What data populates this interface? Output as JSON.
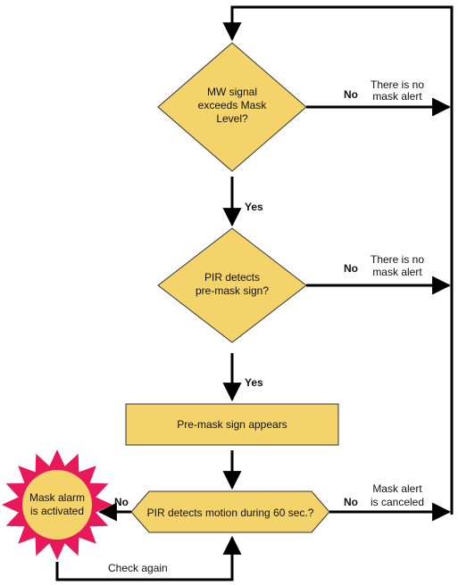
{
  "colors": {
    "shape_fill": "#f3d36a",
    "shape_stroke": "#333333",
    "line": "#000000",
    "burst_fill": "#e8185a",
    "burst_center": "#f3d36a"
  },
  "decisions": [
    {
      "lines": [
        "MW signal",
        "exceeds Mask",
        "Level?"
      ]
    },
    {
      "lines": [
        "PIR detects",
        "pre-mask sign?"
      ]
    }
  ],
  "process": {
    "label": "Pre-mask sign appears"
  },
  "final_decision": {
    "label": "PIR detects motion during 60 sec.?"
  },
  "yes_labels": [
    "Yes",
    "Yes"
  ],
  "no_branches": [
    {
      "no": "No",
      "lines": [
        "There is no",
        "mask alert"
      ]
    },
    {
      "no": "No",
      "lines": [
        "There is no",
        "mask alert"
      ]
    },
    {
      "no": "No",
      "lines": [
        "Mask alert",
        "is canceled"
      ]
    }
  ],
  "alarm": {
    "no": "No",
    "lines": [
      "Mask alarm",
      "is activated"
    ]
  },
  "loop": {
    "label": "Check again"
  }
}
